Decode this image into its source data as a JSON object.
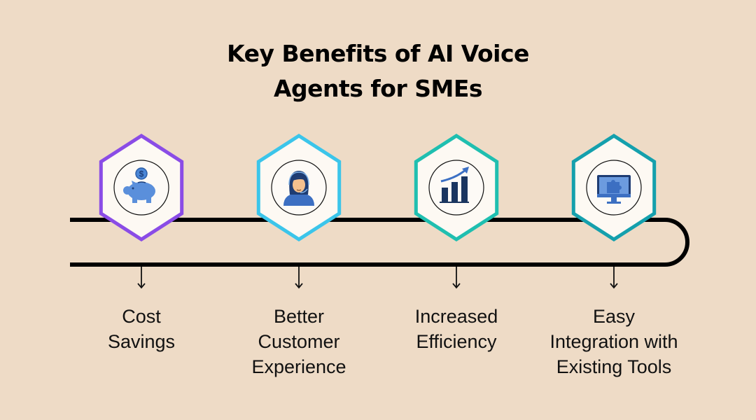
{
  "title": {
    "line1": "Key Benefits of AI Voice",
    "line2": "Agents for SMEs"
  },
  "benefits": [
    {
      "line1": "Cost",
      "line2": "Savings",
      "line3": "",
      "icon": "piggy-bank-icon",
      "color": "#8A4CE6"
    },
    {
      "line1": "Better",
      "line2": "Customer",
      "line3": "Experience",
      "icon": "support-agent-icon",
      "color": "#3BC5EA"
    },
    {
      "line1": "Increased",
      "line2": "Efficiency",
      "line3": "",
      "icon": "growth-chart-icon",
      "color": "#1FBFB0"
    },
    {
      "line1": "Easy",
      "line2": "Integration with",
      "line3": "Existing Tools",
      "icon": "monitor-puzzle-icon",
      "color": "#14A0AD"
    }
  ]
}
